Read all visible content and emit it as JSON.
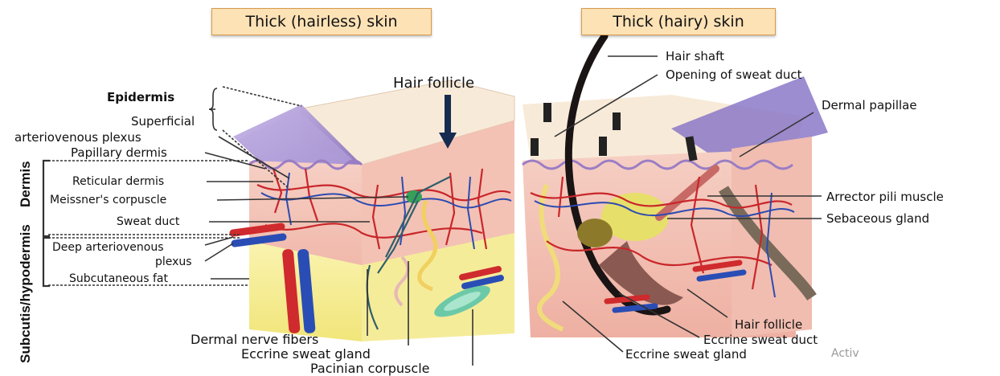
{
  "titles": {
    "left": "Thick (hairless) skin",
    "right": "Thick (hairy) skin"
  },
  "left_labels": {
    "hair_follicle": "Hair follicle",
    "epidermis": "Epidermis",
    "superficial_1": "Superficial",
    "superficial_2": "arteriovenous plexus",
    "papillary_dermis": "Papillary dermis",
    "reticular_dermis": "Reticular dermis",
    "meissner": "Meissner's corpuscle",
    "sweat_duct": "Sweat duct",
    "deep_1": "Deep arteriovenous",
    "deep_2": "plexus",
    "subcutaneous_fat": "Subcutaneous fat",
    "nerve_fibers": "Dermal nerve fibers",
    "eccrine_gland": "Eccrine sweat gland",
    "pacinian": "Pacinian corpuscle"
  },
  "side_labels": {
    "dermis": "Dermis",
    "subcutis": "Subcutis/hypodermis"
  },
  "right_labels": {
    "hair_shaft": "Hair shaft",
    "opening_sweat_duct": "Opening of sweat duct",
    "dermal_papillae": "Dermal papillae",
    "arrector": "Arrector pili muscle",
    "sebaceous": "Sebaceous gland",
    "hair_follicle": "Hair follicle",
    "eccrine_duct": "Eccrine sweat duct",
    "eccrine_gland": "Eccrine sweat gland",
    "watermark": "Activ"
  },
  "colors": {
    "title_fill": "#fde2b6",
    "epidermis": "#9b86c9",
    "dermis": "#f2c0b4",
    "fat": "#f7ef9a",
    "artery": "#d8262a",
    "vein": "#2a4db5",
    "nerve": "#2f5f6a"
  }
}
